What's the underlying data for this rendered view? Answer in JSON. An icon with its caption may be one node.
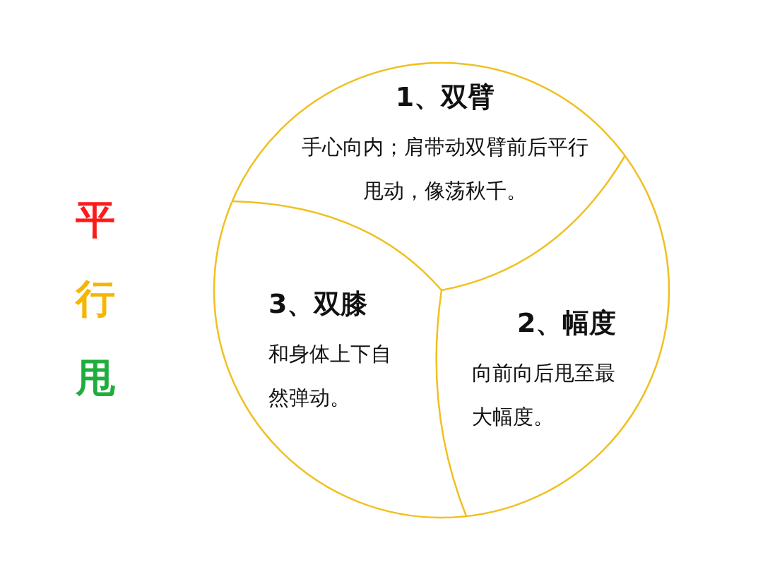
{
  "diagram": {
    "title": "平行甩",
    "nodes": [
      {
        "text": [
          "1、双臂",
          "手心向内；肩带动双臂前后平行甩动，像荡秋千。"
        ]
      },
      {
        "text": [
          "2、幅度",
          "向前向后甩至最大幅度。"
        ]
      },
      {
        "text": [
          "3、双膝",
          "和身体上下自然弹动。"
        ]
      }
    ]
  }
}
